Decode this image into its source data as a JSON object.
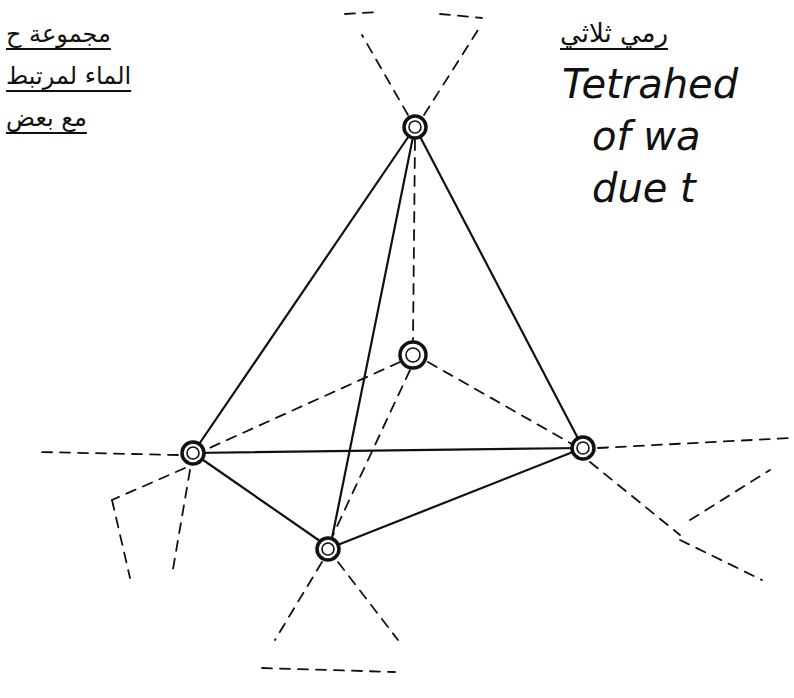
{
  "diagram": {
    "labels": [
      "مجموعة ح",
      "الماء لمرتبط",
      "مع بعض",
      "رمي ثلاثي",
      "Tetrahed",
      "of wa",
      "due t"
    ]
  }
}
